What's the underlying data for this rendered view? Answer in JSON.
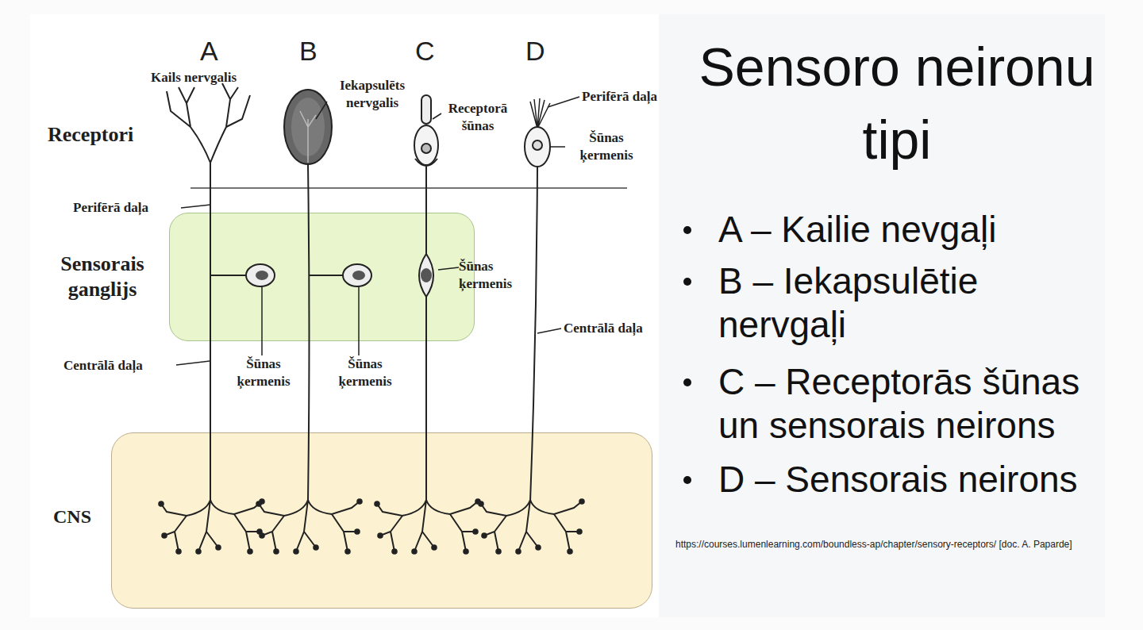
{
  "diagram": {
    "title": "Sensoro neironu tipi",
    "nodes": [
      {
        "text": [
          "Sensorais ganglijs"
        ]
      },
      {
        "text": [
          "CNS"
        ]
      }
    ],
    "labels": [
      "A",
      "B",
      "C",
      "D",
      "Kails nervgalis",
      "Iekapsulēts nervgalis",
      "Receptorā šūnas",
      "Perifērā daļa",
      "Receptori",
      "Šūnas ķermenis",
      "Perifērā daļa",
      "Šūnas ķermenis",
      "Centrālā daļa",
      "Centrālā daļa",
      "Šūnas ķermenis",
      "Šūnas ķermenis",
      "A – Kailie nevgaļi",
      "B – Iekapsulētie nervgaļi",
      "C – Receptorās šūnas un sensorais neirons",
      "D – Sensorais neirons",
      "https://courses.lumenlearning.com/boundless-ap/chapter/sensory-receptors/ [doc. A. Paparde]"
    ]
  }
}
